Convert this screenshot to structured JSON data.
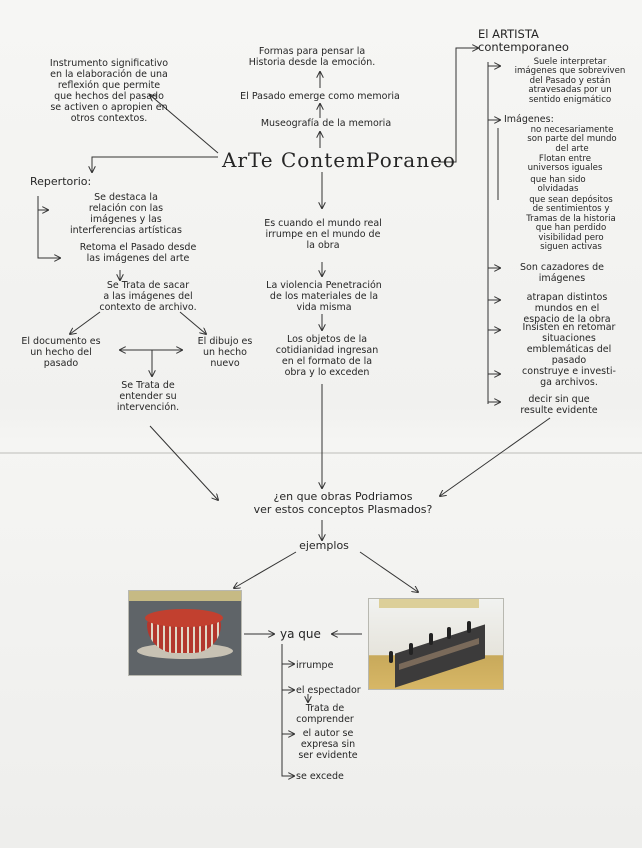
{
  "center": {
    "title": "ArTe ContemPoraneo"
  },
  "top_left": {
    "text": "Instrumento significativo\nen la elaboración de una\nreflexión que permite\nque hechos del pasado\nse activen o apropien en\notros contextos."
  },
  "top_center": {
    "line1": "Formas para pensar la\nHistoria desde la emoción.",
    "line2": "El Pasado emerge como memoria",
    "line3": "Museografía de la memoria"
  },
  "repertorio": {
    "heading": "Repertorio:",
    "item1": "Se destaca la\nrelación con las\nimágenes y las\ninterferencias artísticas",
    "item2": "Retoma el Pasado desde\nlas imágenes del arte",
    "archive": "Se Trata de sacar\na las imágenes del\ncontexto de archivo.",
    "documento": "El documento es\nun hecho del\npasado",
    "dibujo": "El dibujo es\nun hecho\nnuevo",
    "intervencion": "Se Trata de\nentender su\nintervención."
  },
  "middle": {
    "mundo": "Es cuando el mundo real\nirrumpe en el mundo de\nla obra",
    "violencia": "La violencia Penetración\nde los materiales de la\nvida misma",
    "objetos": "Los objetos de la\ncotidianidad ingresan\nen el formato de la\nobra y lo exceden"
  },
  "artista": {
    "heading": "El ARTISTA\ncontemporaneo",
    "item1": "Suele interpretar\nimágenes que sobreviven\ndel Pasado y están\natravesadas por un\nsentido enigmático",
    "imagenes": "Imágenes:",
    "sub1": "no necesariamente\nson parte del mundo\ndel arte",
    "sub2": "Flotan entre\nuniversos iguales",
    "sub3": "que han sido\nolvidadas",
    "sub4": "que sean depósitos\nde sentimientos y\nTramas de la historia\nque han perdido\nvisibilidad pero\nsiguen activas",
    "item2": "Son cazadores de\nimágenes",
    "item3": "atrapan distintos\nmundos en el\nespacio de la obra",
    "item4": "Insisten en retomar\nsituaciones\nemblemáticas del\npasado",
    "item5": "construye e investi-\nga archivos.",
    "item6": "decir sin que\nresulte evidente"
  },
  "bottom": {
    "question": "¿en que obras Podriamos\nver estos conceptos Plasmados?",
    "ejemplos": "ejemplos",
    "yaque": "ya que",
    "b1": "irrumpe",
    "b2": "el espectador",
    "b3": "Trata de\ncomprender",
    "b4": "el autor se\nexpresa sin\nser evidente",
    "b5": "se excede"
  },
  "photos": {
    "left": "cake-sculpture-photo",
    "right": "shipwreck-installation-photo"
  }
}
